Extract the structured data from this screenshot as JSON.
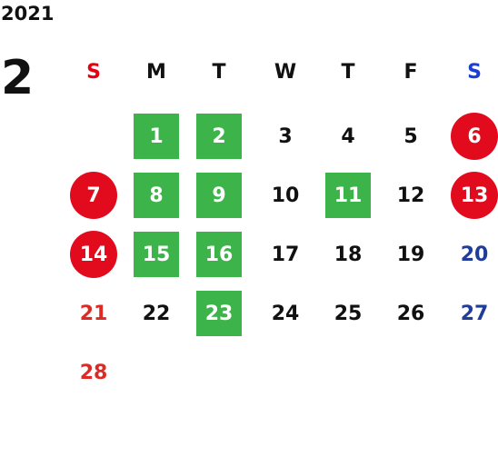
{
  "year": "2021",
  "month": "2",
  "colors": {
    "sunday": "#dd2a24",
    "saturday": "#1f3d99",
    "weekday": "#111111",
    "holiday_bg": "#e20a1d",
    "highlight_bg": "#3db44a"
  },
  "weekdays": [
    {
      "label": "S",
      "color": "#e60012"
    },
    {
      "label": "M",
      "color": "#111111"
    },
    {
      "label": "T",
      "color": "#111111"
    },
    {
      "label": "W",
      "color": "#111111"
    },
    {
      "label": "T",
      "color": "#111111"
    },
    {
      "label": "F",
      "color": "#111111"
    },
    {
      "label": "S",
      "color": "#1c3fd1"
    }
  ],
  "weeks": [
    [
      null,
      {
        "d": "1",
        "style": "green"
      },
      {
        "d": "2",
        "style": "green"
      },
      {
        "d": "3"
      },
      {
        "d": "4"
      },
      {
        "d": "5"
      },
      {
        "d": "6",
        "style": "red"
      }
    ],
    [
      {
        "d": "7",
        "style": "red"
      },
      {
        "d": "8",
        "style": "green"
      },
      {
        "d": "9",
        "style": "green"
      },
      {
        "d": "10"
      },
      {
        "d": "11",
        "style": "green"
      },
      {
        "d": "12"
      },
      {
        "d": "13",
        "style": "red"
      }
    ],
    [
      {
        "d": "14",
        "style": "red"
      },
      {
        "d": "15",
        "style": "green"
      },
      {
        "d": "16",
        "style": "green"
      },
      {
        "d": "17"
      },
      {
        "d": "18"
      },
      {
        "d": "19"
      },
      {
        "d": "20",
        "style": "sat"
      }
    ],
    [
      {
        "d": "21",
        "style": "sun"
      },
      {
        "d": "22"
      },
      {
        "d": "23",
        "style": "green"
      },
      {
        "d": "24"
      },
      {
        "d": "25"
      },
      {
        "d": "26"
      },
      {
        "d": "27",
        "style": "sat"
      }
    ],
    [
      {
        "d": "28",
        "style": "sun"
      },
      null,
      null,
      null,
      null,
      null,
      null
    ]
  ]
}
